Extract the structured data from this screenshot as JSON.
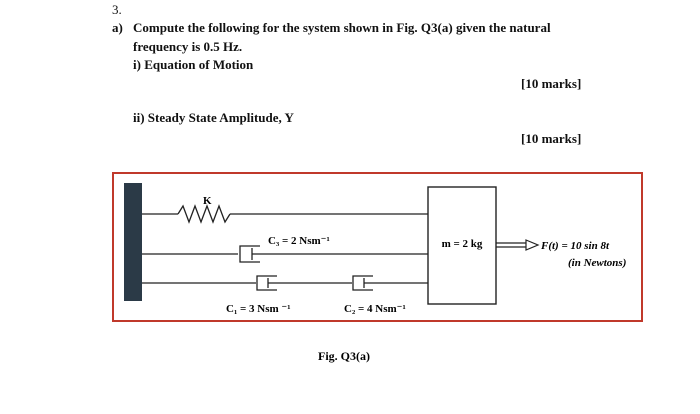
{
  "question": {
    "number": "3.",
    "part_a_label": "a)",
    "part_a_line1": "Compute the following for the system shown in Fig. Q3(a) given the natural",
    "part_a_line2": "frequency is 0.5 Hz.",
    "sub_i": "i)   Equation of Motion",
    "sub_i_marks": "[10 marks]",
    "sub_ii": "ii)   Steady State Amplitude, Y",
    "sub_ii_marks": "[10 marks]"
  },
  "figure": {
    "spring_label": "K",
    "c3_label": "C₃ = 2 Nsm⁻¹",
    "c1_label": "C₁ = 3 Nsm ⁻¹",
    "c2_label": "C₂ = 4 Nsm⁻¹",
    "mass_label": "m = 2 kg",
    "force_label": "F(t) = 10 sin 8t",
    "force_unit": "(in Newtons)",
    "caption": "Fig. Q3(a)",
    "frame_color": "#c0392b",
    "wall_color": "#2b3a47"
  }
}
